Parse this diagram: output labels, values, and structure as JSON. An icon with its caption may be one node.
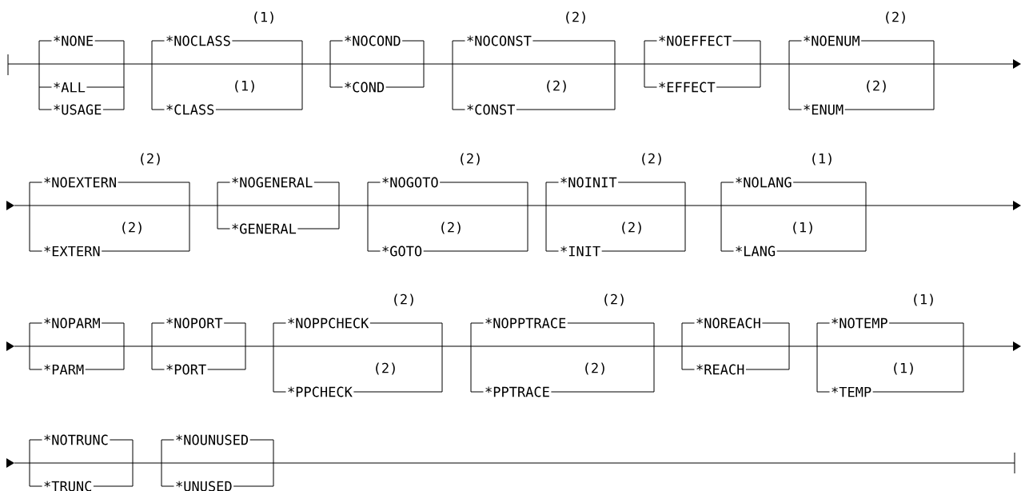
{
  "diagram": {
    "labels": [
      "*NONE",
      "*ALL",
      "*USAGE",
      "*NOCLASS",
      "(1)",
      "*CLASS",
      "(1)",
      "*NOCOND",
      "*COND",
      "*NOCONST",
      "(2)",
      "*CONST",
      "(2)",
      "*NOEFFECT",
      "*EFFECT",
      "*NOENUM",
      "(2)",
      "*ENUM",
      "(2)",
      "*NOEXTERN",
      "(2)",
      "*EXTERN",
      "(2)",
      "*NOGENERAL",
      "*GENERAL",
      "*NOGOTO",
      "(2)",
      "*GOTO",
      "(2)",
      "*NOINIT",
      "(2)",
      "*INIT",
      "(2)",
      "*NOLANG",
      "(1)",
      "*LANG",
      "(1)",
      "*NOPARM",
      "*PARM",
      "*NOPORT",
      "*PORT",
      "*NOPPCHECK",
      "(2)",
      "*PPCHECK",
      "(2)",
      "*NOPPTRACE",
      "(2)",
      "*PPTRACE",
      "(2)",
      "*NOREACH",
      "*REACH",
      "*NOTEMP",
      "(1)",
      "*TEMP",
      "(1)",
      "*NOTRUNC",
      "*TRUNC",
      "*NOUNUSED",
      "*UNUSED"
    ]
  }
}
